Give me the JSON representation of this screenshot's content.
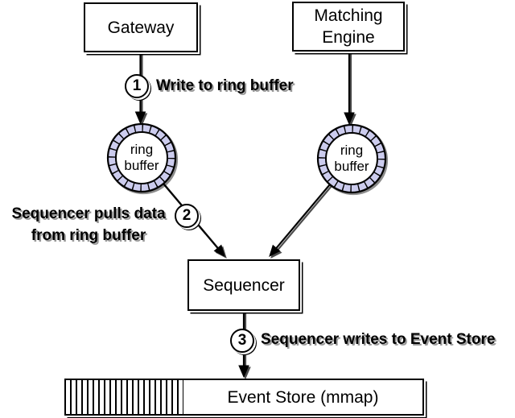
{
  "nodes": {
    "gateway": "Gateway",
    "matching_engine": "Matching Engine",
    "ring_buffer_left": "ring buffer",
    "ring_buffer_right": "ring buffer",
    "sequencer": "Sequencer",
    "event_store": "Event Store (mmap)"
  },
  "steps": [
    {
      "number": "1",
      "label": "Write to ring buffer"
    },
    {
      "number": "2",
      "label": "Sequencer pulls data from ring buffer"
    },
    {
      "number": "3",
      "label": "Sequencer writes to Event Store"
    }
  ],
  "colors": {
    "ring_buffer_fill": "#ccccee",
    "outline": "#000000",
    "node_fill": "#ffffff",
    "background": "#ffffff"
  }
}
